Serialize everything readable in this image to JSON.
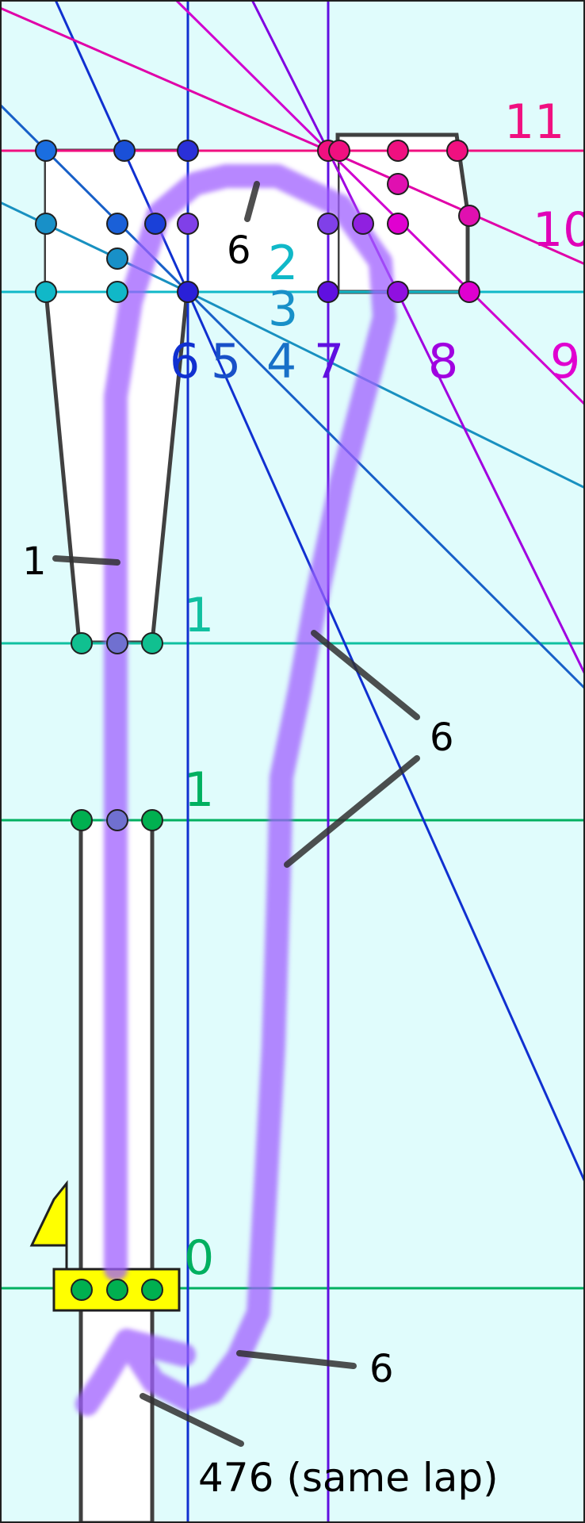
{
  "track_labels": {
    "zero": "0",
    "one_upper": "1",
    "one_lower": "1",
    "two": "2",
    "three": "3",
    "six_top": "6",
    "left_one": "1",
    "six_middle": "6",
    "six_bottom": "6",
    "same_lap": "476 (same lap)"
  },
  "line_numbers": [
    "6",
    "5",
    "4",
    "7",
    "8",
    "9",
    "10",
    "11"
  ],
  "colors": {
    "background": "#e0fcfc",
    "white_track": "#ffffff",
    "track_outline": "#404040",
    "path": "#a060ff",
    "flag": "#ffff00",
    "green_line": "#00b060",
    "teal_line": "#10c0a0",
    "cyan_line": "#10b8c8",
    "blue_line": "#1030d0",
    "violet_line": "#6010e0",
    "purple_line": "#a000e0",
    "magenta_line": "#e000d0",
    "pink_line": "#f01080"
  }
}
